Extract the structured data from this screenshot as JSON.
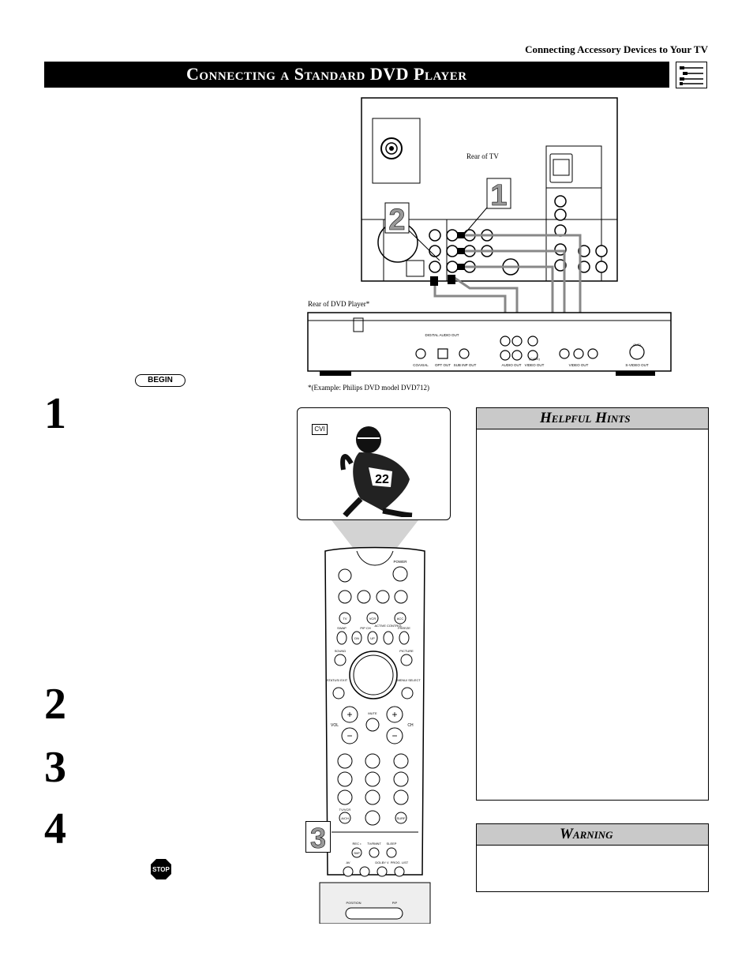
{
  "header": {
    "section": "Connecting Accessory Devices to Your TV",
    "title": "Connecting a Standard DVD Player"
  },
  "diagram": {
    "rear_tv_label": "Rear of TV",
    "rear_dvd_label": "Rear of DVD Player*",
    "callout_1": "1",
    "callout_2": "2",
    "example_caption": "*(Example: Philips DVD model DVD712)",
    "dvd_jacks": {
      "digital_audio_out": "DIGITAL AUDIO OUT",
      "coaxial": "COAXIAL",
      "opt_out": "OPT OUT",
      "sub_inp_out": "SUB INP OUT",
      "audio_out": "AUDIO OUT",
      "video_out_cvbs": "VIDEO OUT",
      "cvbs": "(CVBS)",
      "video_out": "VIDEO OUT",
      "s_video_out": "S-VIDEO OUT",
      "yc": "(Y/C)"
    }
  },
  "steps": {
    "begin_label": "BEGIN",
    "step1": "1",
    "step2": "2",
    "step3": "3",
    "step4": "4",
    "stop_label": "STOP"
  },
  "tv_screen": {
    "source_label": "CVI"
  },
  "remote": {
    "callout": "3",
    "power": "POWER",
    "tv": "TV",
    "vcr": "VCR",
    "acc": "ACC",
    "swap": "SWAP",
    "pip_ch": "PIP CH",
    "active_control": "ACTIVE CONTROL",
    "freeze": "FREEZE",
    "dn": "DN",
    "up": "UP",
    "sound": "SOUND",
    "picture": "PICTURE",
    "status_exit": "STATUS/ EXIT",
    "menu_select": "MENU/ SELECT",
    "mute": "MUTE",
    "vol": "VOL",
    "ch": "CH",
    "tv_vcr": "TV/VCR",
    "a_ch": "A/CH",
    "surf": "SURF",
    "rec": "REC •",
    "tv_rmnt": "TV/RMNT",
    "sleep": "SLEEP",
    "smp": "SMP",
    "av": "AV",
    "dolby_v": "DOLBY V",
    "prog_list": "PROG. LIST",
    "position": "POSITION",
    "pip": "PIP"
  },
  "hints": {
    "title": "Helpful Hints"
  },
  "warning": {
    "title": "Warning"
  }
}
